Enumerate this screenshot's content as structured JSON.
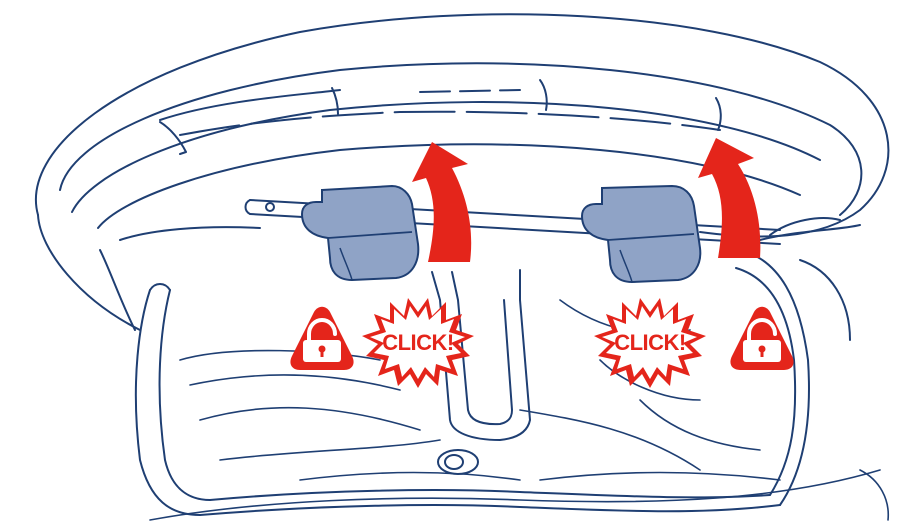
{
  "colors": {
    "line": "#1f3f73",
    "clip_fill": "#8fa3c6",
    "clip_shadow": "#6f86b0",
    "accent_red": "#e4251b",
    "white": "#ffffff"
  },
  "callouts": {
    "left_click": "CLICK!",
    "right_click": "CLICK!"
  },
  "icons": {
    "lock_warning": "unlocked-padlock-warning-triangle",
    "arrow": "curved-up-arrow",
    "burst": "starburst"
  }
}
